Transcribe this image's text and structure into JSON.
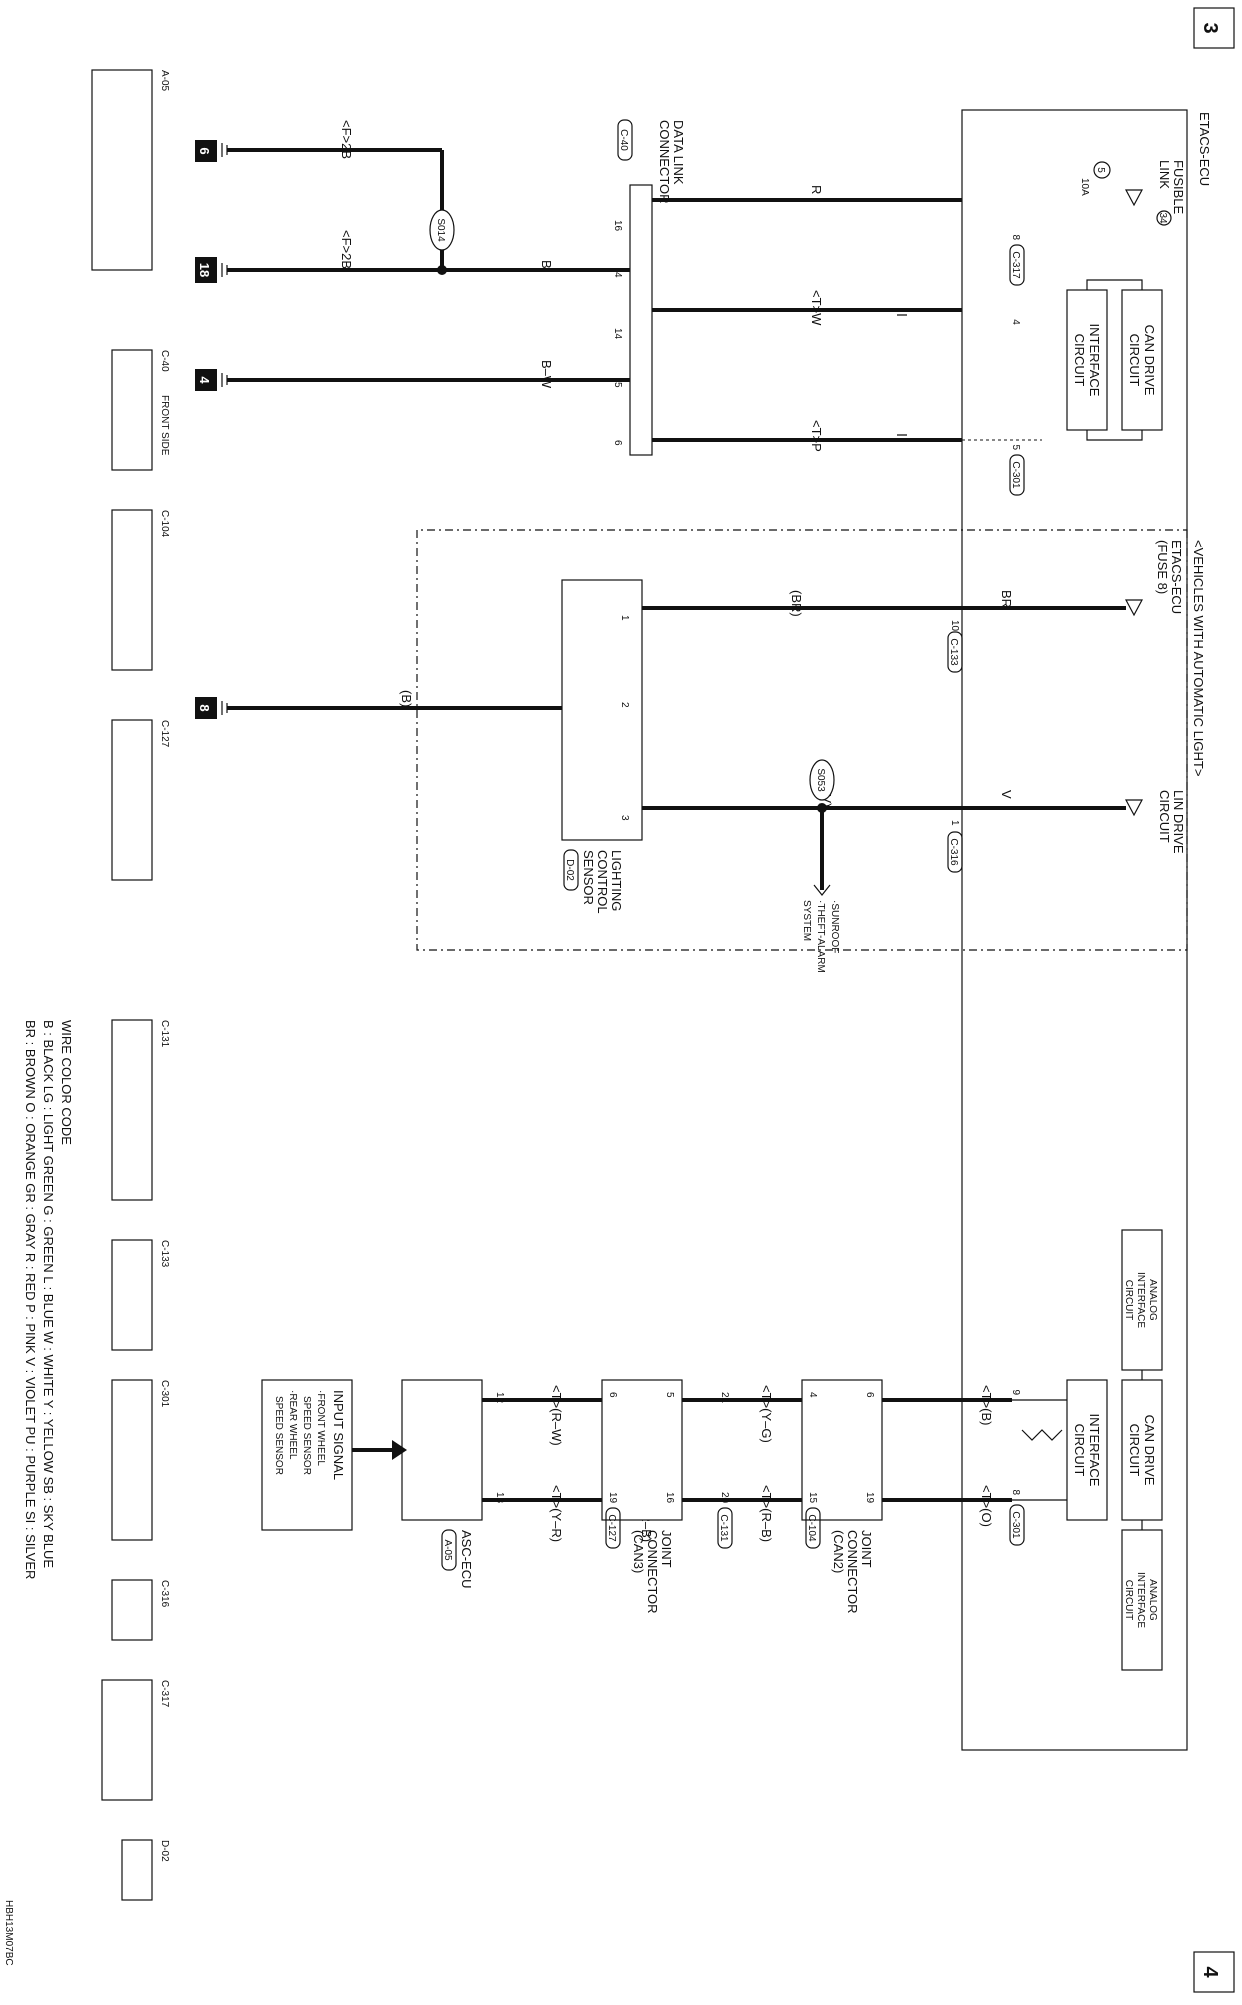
{
  "page": {
    "page_numbers": [
      "3",
      "4"
    ],
    "figure_code": "HBH13M07BC",
    "group_title": "<VEHICLES WITH AUTOMATIC LIGHT>"
  },
  "etacs": {
    "title": "ETACS-ECU",
    "fusible_link": [
      "FUSIBLE",
      "LINK"
    ],
    "fusible_num": "34",
    "fuse_num": "5",
    "fuse_amp": "10A",
    "can_drive": [
      "CAN DRIVE",
      "CIRCUIT"
    ],
    "interface": [
      "INTERFACE",
      "CIRCUIT"
    ],
    "analog_interface": [
      "ANALOG",
      "INTERFACE",
      "CIRCUIT"
    ],
    "lin_drive": [
      "LIN DRIVE",
      "CIRCUIT"
    ],
    "fuse8": [
      "ETACS-ECU",
      "(FUSE 8)"
    ]
  },
  "connectors": {
    "c317": "C-317",
    "c301": "C-301",
    "c316": "C-316",
    "c133": "C-133",
    "c40": "C-40",
    "c104": "C-104",
    "c131": "C-131",
    "c127": "C-127",
    "a05": "A-05",
    "d02": "D-02"
  },
  "dlc": {
    "title": [
      "DATA LINK",
      "CONNECTOR"
    ]
  },
  "sensor": {
    "title": [
      "LIGHTING",
      "CONTROL",
      "SENSOR"
    ]
  },
  "joint2": {
    "title": [
      "JOINT",
      "CONNECTOR",
      "(CAN2)"
    ]
  },
  "joint3": {
    "title": [
      "JOINT",
      "CONNECTOR",
      "(CAN3)"
    ]
  },
  "asc": {
    "title": "ASC-ECU"
  },
  "input_signal": {
    "title": "INPUT SIGNAL",
    "items": [
      "·FRONT WHEEL",
      "SPEED SENSOR",
      "·REAR WHEEL",
      "SPEED SENSOR"
    ]
  },
  "sunroof": [
    "·SUNROOF",
    "·THEFT-ALARM",
    "SYSTEM"
  ],
  "splices": {
    "s014": "S014",
    "s053": "S053"
  },
  "grounds": {
    "g6": "6",
    "g18": "18",
    "g4": "4",
    "g8": "8"
  },
  "pins": {
    "p8": "8",
    "p4": "4",
    "p5": "5",
    "p16": "16",
    "p14": "14",
    "p6": "6",
    "p10": "10",
    "p1": "1",
    "p2": "2",
    "p3": "3",
    "p9": "9",
    "p19": "19",
    "p21": "21",
    "p20": "20",
    "p15": "15",
    "p12": "12",
    "p13": "13"
  },
  "wire_labels": {
    "r": "R",
    "b": "B",
    "bw": "B–W",
    "tw": "<T>W",
    "tp": "<T>P",
    "f2b": "<F>2B",
    "br": "BR",
    "br_p": "(BR)",
    "b_p": "(B)",
    "v": "V",
    "v_p": "(V)",
    "tb": "<T>(B)",
    "to": "<T>(O)",
    "tyg": "<T>(Y–G)",
    "trb": "<T>(R–B)",
    "trw": "<T>(R–W)",
    "tyr": "<T>(Y–R)"
  },
  "connector_views": {
    "front_side": "FRONT SIDE"
  },
  "wire_color_code": {
    "title": "WIRE COLOR CODE",
    "lines": [
      "B : BLACK   LG : LIGHT GREEN   G : GREEN   L : BLUE   W : WHITE   Y : YELLOW   SB : SKY BLUE",
      "BR : BROWN   O : ORANGE   GR : GRAY   R : RED   P : PINK   V : VIOLET   PU : PURPLE   SI : SILVER"
    ]
  }
}
